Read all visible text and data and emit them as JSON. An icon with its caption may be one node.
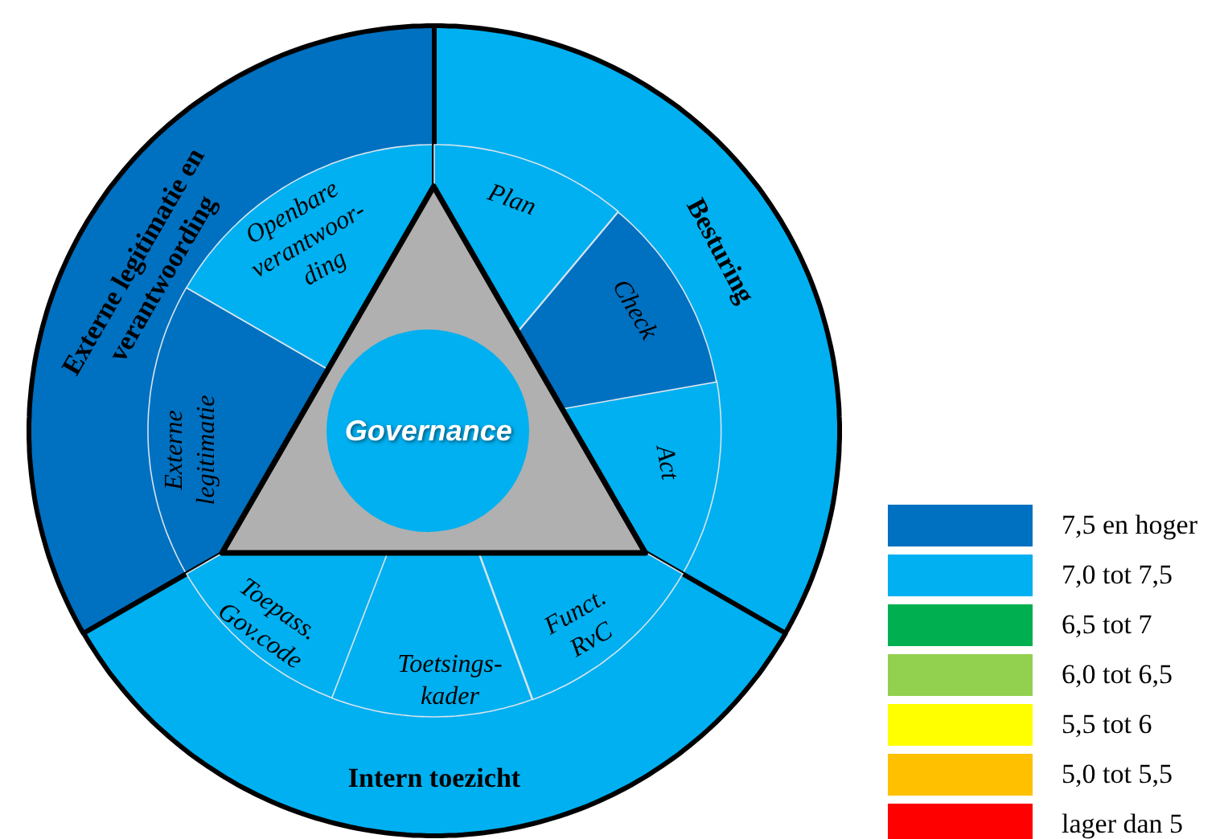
{
  "diagram": {
    "nodes": [
      {
        "text": [
          "Externe legitimatie en verantwoording"
        ]
      },
      {
        "text": [
          "Openbare verantwoor- ding"
        ],
        "in": 0
      },
      {
        "text": [
          "Externe legitimatie"
        ],
        "in": 0
      },
      {
        "text": [
          "Besturing"
        ]
      },
      {
        "text": [
          "Plan"
        ],
        "in": 3
      },
      {
        "text": [
          "Check"
        ],
        "in": 3
      },
      {
        "text": [
          "Act"
        ],
        "in": 3
      },
      {
        "text": [
          "Intern toezicht"
        ]
      },
      {
        "text": [
          "Toepass. Gov.code"
        ],
        "in": 7
      },
      {
        "text": [
          "Toetsings- kader"
        ],
        "in": 7
      },
      {
        "text": [
          "Funct. RvC"
        ],
        "in": 7
      },
      {
        "text": [],
        "shape": "triangle"
      },
      {
        "text": [
          "Governance"
        ],
        "in": 11
      }
    ],
    "legend": [
      {
        "text": "7,5 en hoger",
        "color": "#0070c0"
      },
      {
        "text": "7,0 tot 7,5",
        "color": "#00b0f0"
      },
      {
        "text": "6,5 tot 7",
        "color": "#00b050"
      },
      {
        "text": "6,0 tot 6,5",
        "color": "#92d050"
      },
      {
        "text": "5,5 tot 6",
        "color": "#ffff00"
      },
      {
        "text": "5,0 tot 5,5",
        "color": "#ffc000"
      },
      {
        "text": "lager dan 5",
        "color": "#ff0000"
      }
    ]
  }
}
